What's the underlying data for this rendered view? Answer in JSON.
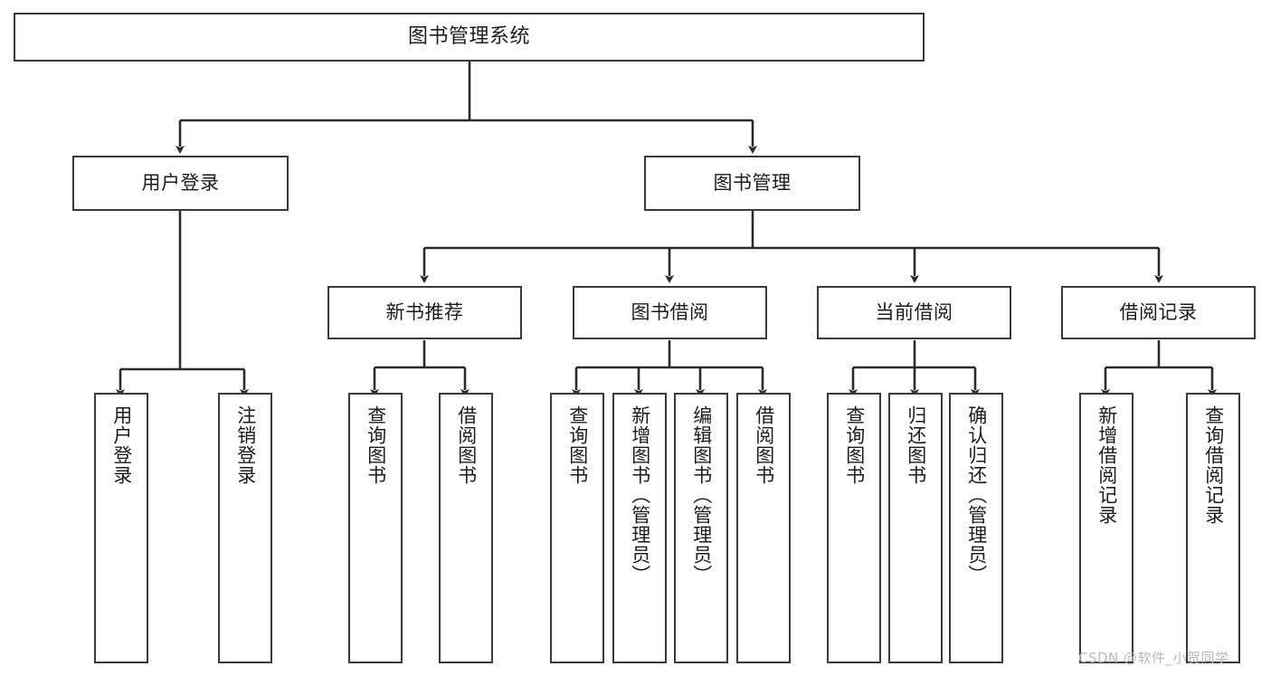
{
  "diagram": {
    "type": "tree",
    "title": "图书管理系统",
    "watermark": "CSDN @软件_小贺同学",
    "levels": {
      "root": "图书管理系统",
      "level2": [
        "用户登录",
        "图书管理"
      ],
      "level3": [
        "新书推荐",
        "图书借阅",
        "当前借阅",
        "借阅记录"
      ]
    },
    "nodes": {
      "root": "图书管理系统",
      "user_login": "用户登录",
      "book_manage": "图书管理",
      "new_book_rec": "新书推荐",
      "book_borrow": "图书借阅",
      "current_borrow": "当前借阅",
      "borrow_record": "借阅记录",
      "leaf_user_login": "用户登录",
      "leaf_logout": "注销登录",
      "leaf_query_book_1": "查询图书",
      "leaf_borrow_book_1": "借阅图书",
      "leaf_query_book_2": "查询图书",
      "leaf_add_book": "新增图书（管理员）",
      "leaf_edit_book": "编辑图书（管理员）",
      "leaf_borrow_book_2": "借阅图书",
      "leaf_query_book_3": "查询图书",
      "leaf_return_book": "归还图书",
      "leaf_confirm_return": "确认归还（管理员）",
      "leaf_add_record": "新增借阅记录",
      "leaf_query_record": "查询借阅记录"
    },
    "colors": {
      "box_border": "#3a3a3a",
      "box_fill": "#ffffff",
      "connector": "#2b2b2b",
      "text": "#1c1c1c",
      "watermark": "#b9b9b9"
    }
  }
}
